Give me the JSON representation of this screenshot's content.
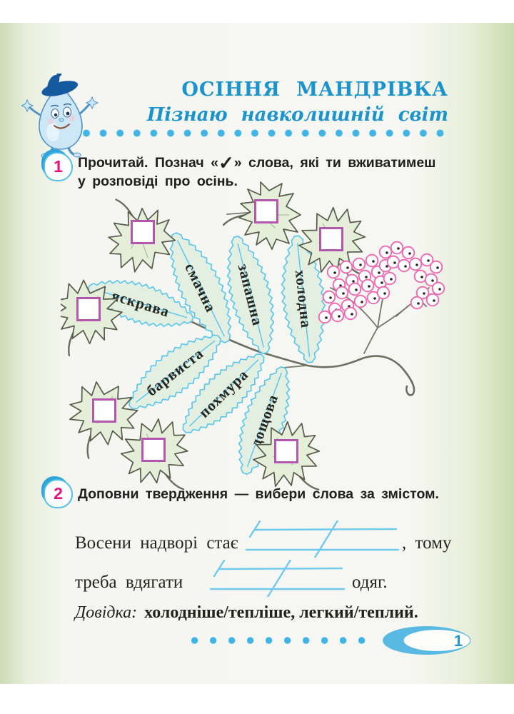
{
  "header": {
    "title": "ОСІННЯ МАНДРІВКА",
    "subtitle": "Пізнаю навколишній світ"
  },
  "task1": {
    "number": "1",
    "before_check": "Прочитай. Познач «",
    "check": "✓",
    "after_check": "» слова, які ти вживатимеш",
    "line2": "у розповіді про осінь."
  },
  "task2": {
    "number": "2",
    "text": "Доповни твердження — вибери слова за змістом."
  },
  "illustration": {
    "leaf_words": [
      "яскрава",
      "смачна",
      "запашна",
      "холодна",
      "барвиста",
      "похмура",
      "дощова"
    ]
  },
  "sentence": {
    "part1": "Восени надворі стає",
    "part2": ", тому",
    "part3": "треба вдягати",
    "part4": "одяг."
  },
  "reference": {
    "label": "Довідка:",
    "text": "холодніше/тепліше, легкий/теплий."
  },
  "footer": {
    "page_number": "1"
  }
}
